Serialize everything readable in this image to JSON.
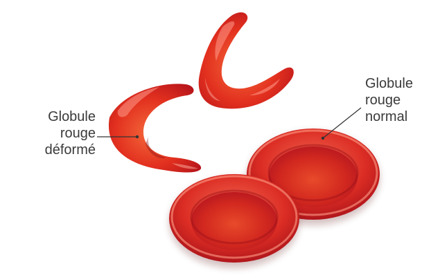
{
  "labels": {
    "deformed": {
      "line1": "Globule",
      "line2": "rouge",
      "line3": "déformé"
    },
    "normal": {
      "line1": "Globule",
      "line2": "rouge",
      "line3": "normal"
    }
  },
  "colors": {
    "cell_dark": "#b3121a",
    "cell_mid": "#d9231f",
    "cell_light": "#f06a3a",
    "leader_line": "#333333",
    "text": "#3a3a3a"
  },
  "icons": {
    "sickle_cell": "sickle-cell-icon",
    "normal_cell": "normal-red-blood-cell-icon"
  }
}
